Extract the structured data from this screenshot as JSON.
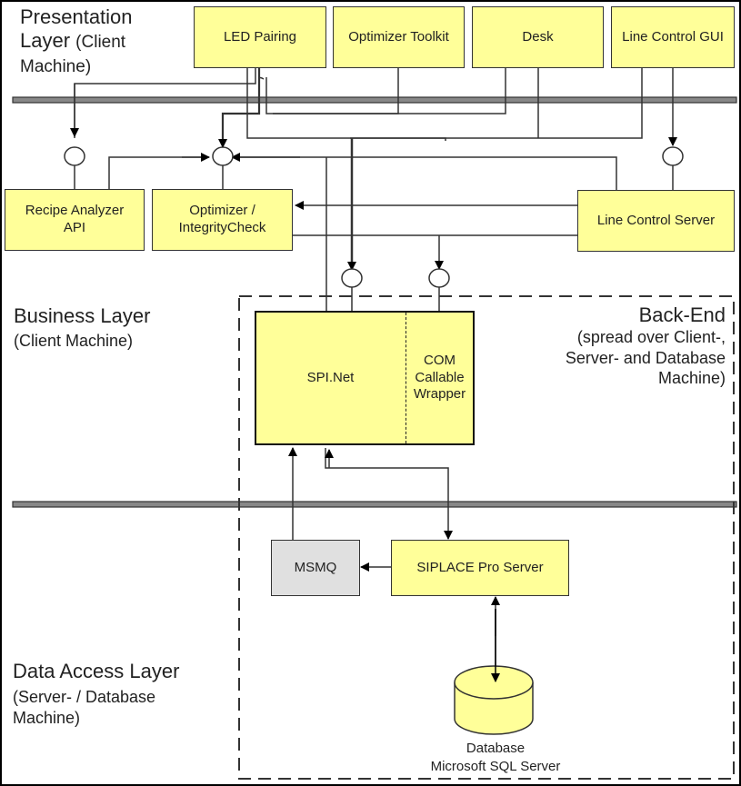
{
  "layers": {
    "presentation": {
      "title_line1": "Presentation",
      "title_line2": "Layer",
      "subtitle_a": "(Client",
      "subtitle_b": "Machine)"
    },
    "business": {
      "title": "Business Layer",
      "subtitle": "(Client Machine)"
    },
    "data_access": {
      "title": "Data Access Layer",
      "subtitle_line1": "(Server- / Database",
      "subtitle_line2": "Machine)"
    }
  },
  "backend": {
    "title": "Back-End",
    "desc_line1": "(spread over Client-,",
    "desc_line2": "Server- and Database",
    "desc_line3": "Machine)"
  },
  "components": {
    "led_pairing": "LED Pairing",
    "optimizer_toolkit": "Optimizer Toolkit",
    "desk": "Desk",
    "line_control_gui": "Line Control GUI",
    "recipe_analyzer_line1": "Recipe Analyzer",
    "recipe_analyzer_line2": "API",
    "optimizer_ic_line1": "Optimizer /",
    "optimizer_ic_line2": "IntegrityCheck",
    "line_control_server": "Line Control Server",
    "spi_net": "SPI.Net",
    "ccw_line1": "COM",
    "ccw_line2": "Callable",
    "ccw_line3": "Wrapper",
    "msmq": "MSMQ",
    "siplace_pro_server": "SIPLACE Pro Server",
    "database_line1": "Database",
    "database_line2": "Microsoft SQL Server"
  },
  "colors": {
    "component_fill": "#ffff99",
    "queue_fill": "#e0e0e0",
    "line": "#333333"
  }
}
